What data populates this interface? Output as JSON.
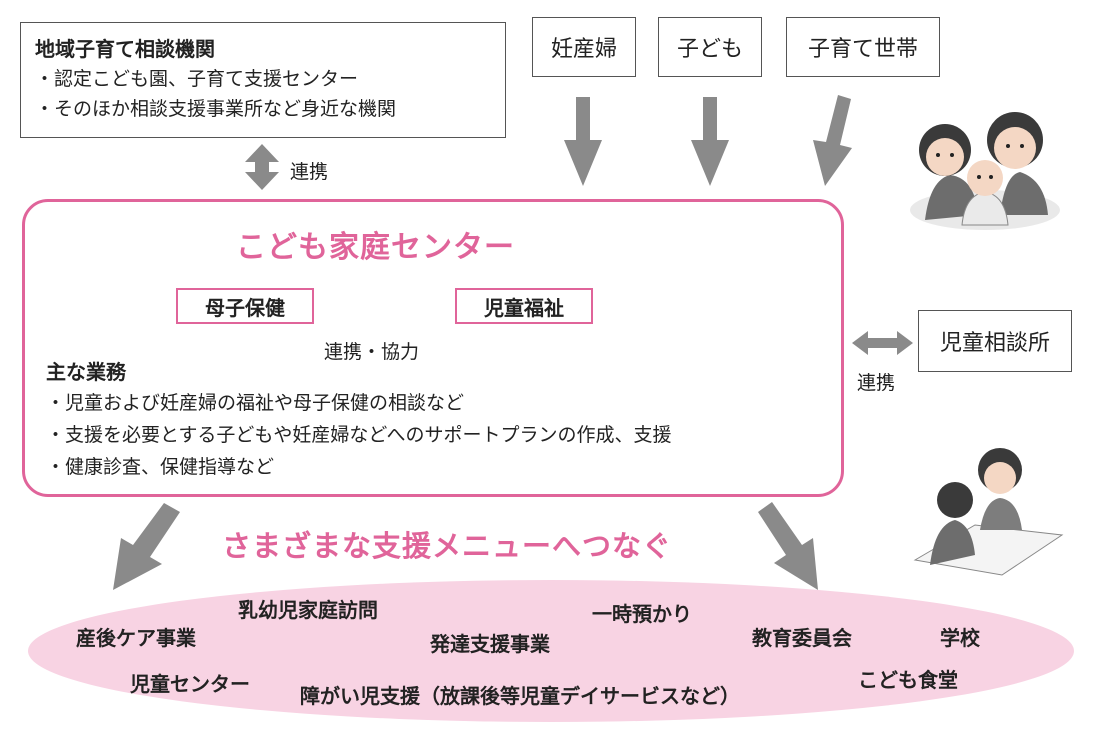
{
  "agency": {
    "title": "地域子育て相談機関",
    "lines": [
      "・認定こども園、子育て支援センター",
      "・そのほか相談支援事業所など身近な機関"
    ]
  },
  "actors": [
    "妊産婦",
    "子ども",
    "子育て世帯"
  ],
  "links": {
    "agency_center": "連携",
    "partners": "連携・協力",
    "consult_office": "連携"
  },
  "center": {
    "title": "こども家庭センター",
    "left_box": "母子保健",
    "right_box": "児童福祉",
    "duties_title": "主な業務",
    "duties": [
      "・児童および妊産婦の福祉や母子保健の相談など",
      "・支援を必要とする子どもや妊産婦などへのサポートプランの作成、支援",
      "・健康診査、保健指導など"
    ]
  },
  "consult_office": "児童相談所",
  "menu": {
    "heading": "さまざまな支援メニューへつなぐ",
    "items": [
      "乳幼児家庭訪問",
      "一時預かり",
      "産後ケア事業",
      "発達支援事業",
      "教育委員会",
      "学校",
      "児童センター",
      "こども食堂",
      "障がい児支援（放課後等児童デイサービスなど）"
    ]
  },
  "colors": {
    "accent": "#e0649a",
    "arrow": "#8a8a8a",
    "ellipse": "#f8d3e3"
  }
}
